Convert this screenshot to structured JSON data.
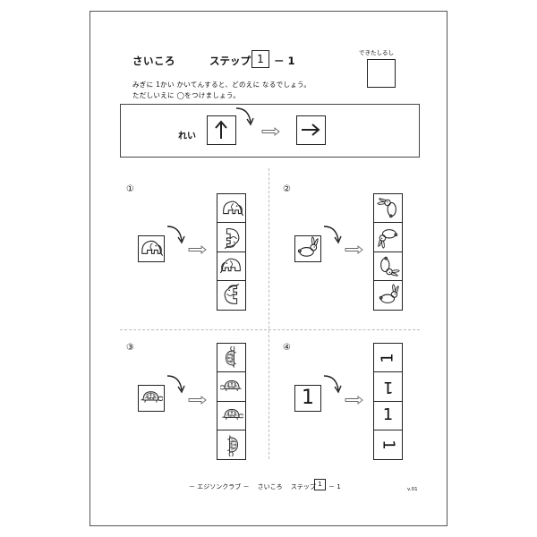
{
  "header": {
    "title": "さいころ",
    "step_label": "ステップ",
    "step_number": "1",
    "step_sub": "－ 1",
    "done_label": "できたしるし"
  },
  "instructions": [
    "みぎに 1かい かいてんすると、どのえに なるでしょう。",
    "ただしいえに ◯をつけましょう。"
  ],
  "example": {
    "label": "れい",
    "from_icon": "arrow-up-icon",
    "to_icon": "arrow-right-icon"
  },
  "problems": [
    {
      "number": "①",
      "animal": "elephant",
      "given_icon": "elephant-icon",
      "choices": [
        "elephant-icon",
        "elephant-icon",
        "elephant-icon",
        "elephant-icon"
      ]
    },
    {
      "number": "②",
      "animal": "rabbit",
      "given_icon": "rabbit-icon",
      "choices": [
        "rabbit-icon",
        "rabbit-icon",
        "rabbit-icon",
        "rabbit-icon"
      ]
    },
    {
      "number": "③",
      "animal": "turtle",
      "given_icon": "turtle-icon",
      "choices": [
        "turtle-icon",
        "turtle-icon",
        "turtle-icon",
        "turtle-icon"
      ]
    },
    {
      "number": "④",
      "given_text": "1",
      "choices": [
        "1",
        "1",
        "1",
        "1"
      ]
    }
  ],
  "footer": {
    "text": "－ エジソンクラブ －　 さいころ　 ステップ",
    "step_number": "1",
    "step_sub": "－ 1",
    "version": "v.01"
  }
}
